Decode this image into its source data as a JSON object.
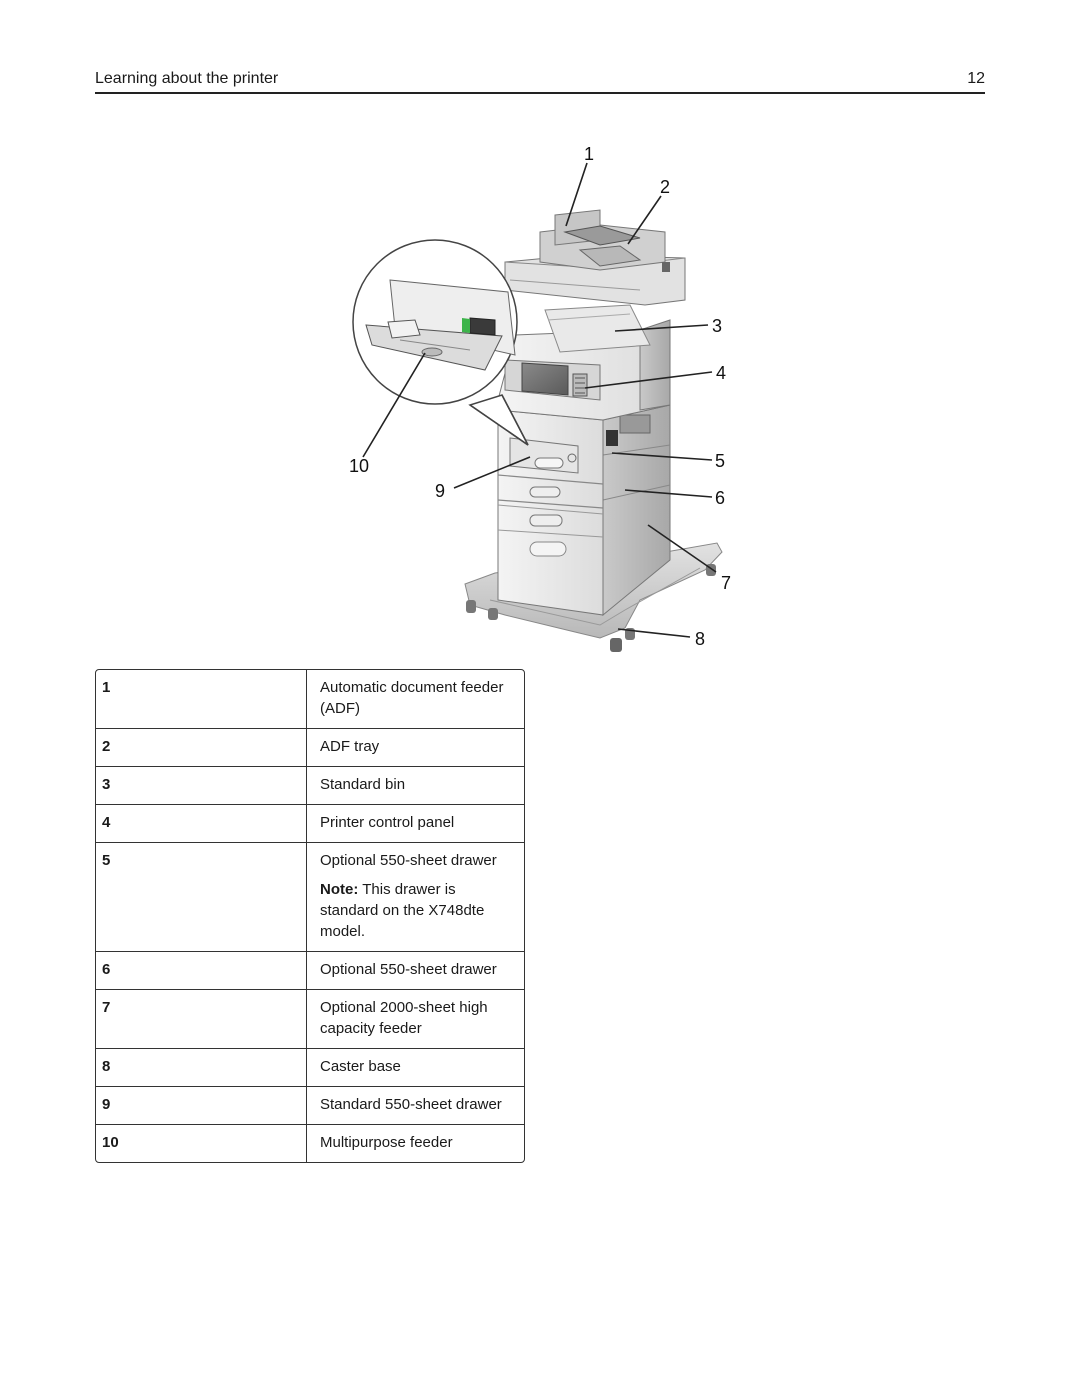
{
  "header": {
    "title": "Learning about the printer",
    "page_number": "12"
  },
  "figure": {
    "callouts": [
      "1",
      "2",
      "3",
      "4",
      "5",
      "6",
      "7",
      "8",
      "9",
      "10"
    ]
  },
  "legend": {
    "rows": [
      {
        "num": "1",
        "desc": "Automatic document feeder (ADF)"
      },
      {
        "num": "2",
        "desc": "ADF tray"
      },
      {
        "num": "3",
        "desc": "Standard bin"
      },
      {
        "num": "4",
        "desc": "Printer control panel"
      },
      {
        "num": "5",
        "desc": "Optional 550-sheet drawer",
        "note_label": "Note:",
        "note_text": "This drawer is standard on the X748dte model."
      },
      {
        "num": "6",
        "desc": "Optional 550-sheet drawer"
      },
      {
        "num": "7",
        "desc": "Optional 2000-sheet high capacity feeder"
      },
      {
        "num": "8",
        "desc": "Caster base"
      },
      {
        "num": "9",
        "desc": "Standard 550-sheet drawer"
      },
      {
        "num": "10",
        "desc": "Multipurpose feeder"
      }
    ]
  }
}
